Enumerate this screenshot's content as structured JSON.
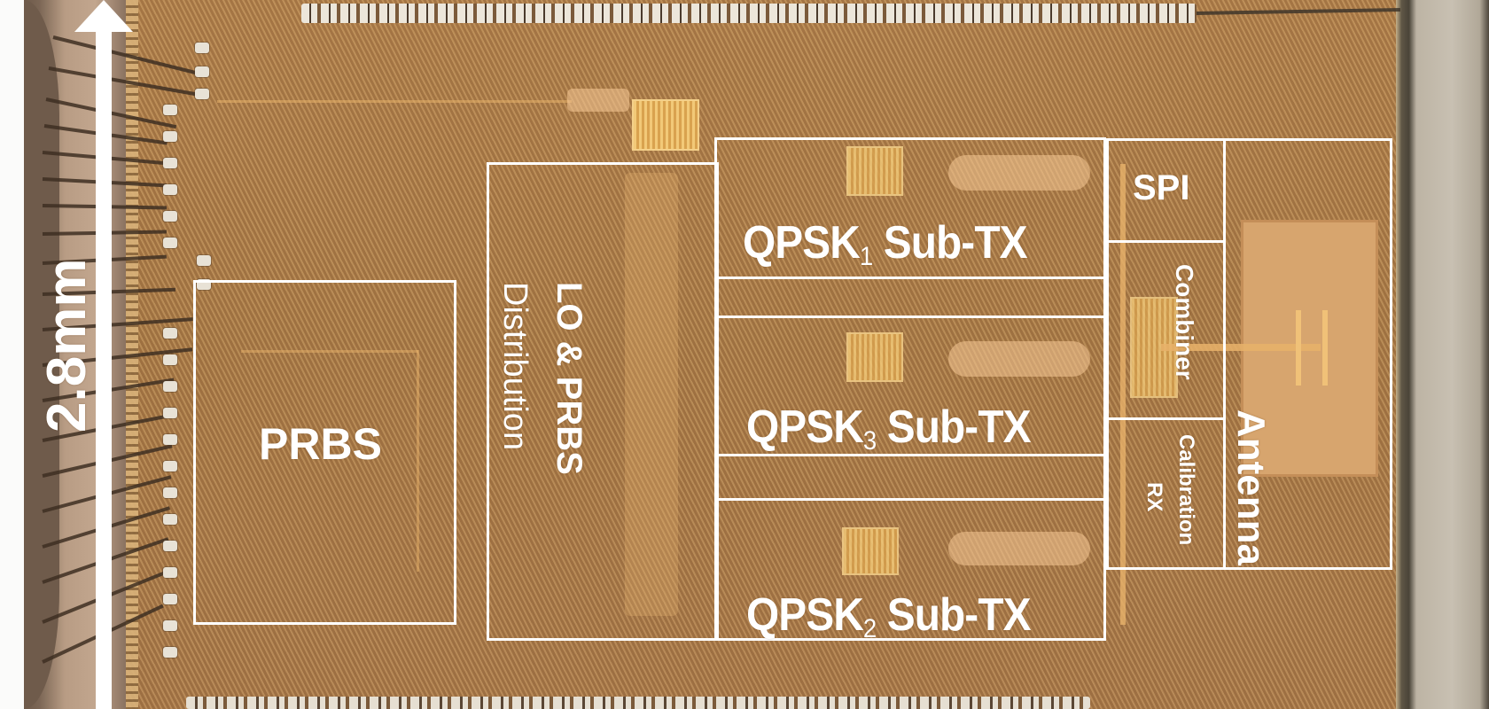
{
  "figure": {
    "type": "chip micrograph with annotated block layout",
    "scale_bar": {
      "label": "2.8mm",
      "direction": "vertical-up"
    },
    "blocks": {
      "prbs": {
        "label": "PRBS"
      },
      "lo_prbs": {
        "line1": "LO & PRBS",
        "line2": "Distribution"
      },
      "qpsk1": {
        "prefix": "QPSK",
        "sub": "1",
        "suffix": " Sub-TX"
      },
      "qpsk3": {
        "prefix": "QPSK",
        "sub": "3",
        "suffix": " Sub-TX"
      },
      "qpsk2": {
        "prefix": "QPSK",
        "sub": "2",
        "suffix": " Sub-TX"
      },
      "spi": {
        "label": "SPI"
      },
      "combiner": {
        "label": "Combiner"
      },
      "calibration_rx": {
        "line1": "Calibration",
        "line2": "RX"
      },
      "antenna": {
        "label": "Antenna"
      }
    },
    "colors": {
      "annotation": "#ffffff",
      "die": "#a97a48",
      "package": "#c2a68e"
    }
  }
}
